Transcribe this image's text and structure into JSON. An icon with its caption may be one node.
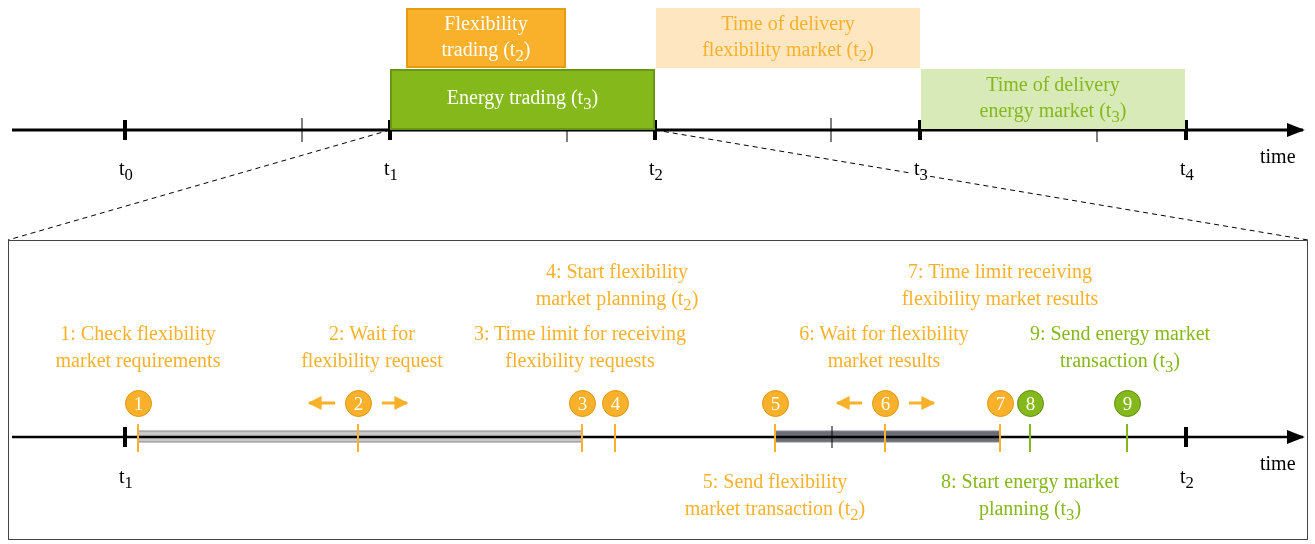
{
  "diagram": {
    "nodes": [
      {
        "text": [
          "Flexibility trading (t$_{2}$)"
        ]
      },
      {
        "text": [
          "Energy trading (t$_{3}$)"
        ]
      },
      {
        "text": [
          "Time of delivery flexibility market (t$_{2}$)"
        ]
      },
      {
        "text": [
          "Time of delivery energy market (t$_{3}$)"
        ]
      },
      {
        "text": [],
        "shape": "box"
      },
      {
        "text": [
          "1"
        ],
        "in": 4,
        "beside": [
          "1: Check flexibility market requirements"
        ]
      },
      {
        "text": [
          "2"
        ],
        "in": 4,
        "beside": [
          "2: Wait for flexibility request"
        ]
      },
      {
        "text": [
          "3"
        ],
        "in": 4,
        "beside": [
          "3: Time limit for receiving flexibility requests"
        ]
      },
      {
        "text": [
          "4"
        ],
        "in": 4,
        "beside": [
          "4: Start flexibility market planning (t$_{2}$)"
        ]
      },
      {
        "text": [
          "5"
        ],
        "in": 4,
        "beside": [
          "5: Send flexibility market transaction (t$_{2}$)"
        ]
      },
      {
        "text": [
          "6"
        ],
        "in": 4,
        "beside": [
          "6: Wait for flexibility market results"
        ]
      },
      {
        "text": [
          "7"
        ],
        "in": 4,
        "beside": [
          "7: Time limit receiving flexibility market results"
        ]
      },
      {
        "text": [
          "8"
        ],
        "in": 4,
        "beside": [
          "8: Start energy market planning (t$_{3}$)"
        ]
      },
      {
        "text": [
          "9"
        ],
        "in": 4,
        "beside": [
          "9: Send energy market transaction (t$_{3}$)"
        ]
      }
    ],
    "edges": [
      {
        "from": 1,
        "to": 4,
        "arrow": "none",
        "style": "dashed"
      },
      {
        "from": 1,
        "to": 4,
        "arrow": "none",
        "style": "dashed"
      }
    ],
    "labels": [
      "t$_{0}$",
      "t$_{1}$",
      "t$_{2}$",
      "t$_{3}$",
      "t$_{4}$",
      "time",
      "t$_{1}$",
      "t$_{2}$",
      "time"
    ]
  }
}
